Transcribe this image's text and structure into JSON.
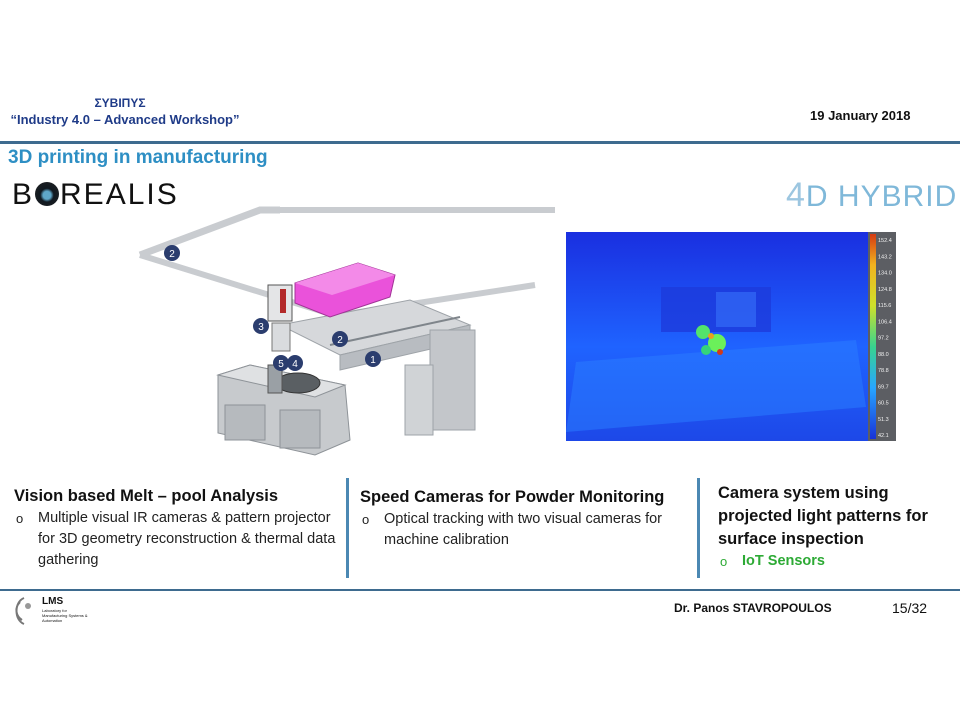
{
  "header": {
    "organization": "ΣΥΒΙΠΥΣ",
    "workshop": "“Industry 4.0 – Advanced Workshop”",
    "date": "19 January  2018"
  },
  "slide": {
    "title": "3D printing in manufacturing"
  },
  "logos": {
    "borealis_left": "B",
    "borealis_right": "REALIS",
    "fourd_prefix": "4",
    "fourd_rest": "D HYBRID"
  },
  "machine_callouts": [
    "2",
    "3",
    "2",
    "1",
    "5",
    "4"
  ],
  "thermal_scale": [
    "152.4",
    "143.2",
    "134.0",
    "124.8",
    "115.6",
    "106.4",
    "97.2",
    "88.0",
    "78.8",
    "69.7",
    "60.5",
    "51.3",
    "42.1"
  ],
  "columns": [
    {
      "heading": "Vision based Melt – pool Analysis",
      "bullets": [
        "Multiple visual IR cameras & pattern projector for 3D geometry reconstruction & thermal data gathering"
      ]
    },
    {
      "heading": "Speed Cameras for Powder Monitoring",
      "bullets": [
        "Optical tracking with two visual cameras for machine calibration"
      ]
    },
    {
      "heading": "Camera system using projected light patterns for surface inspection",
      "bullets": [
        "IoT Sensors"
      ]
    }
  ],
  "footer": {
    "lab_short": "LMS",
    "lab_full": "Laboratory for Manufacturing Systems & Automation",
    "author": "Dr. Panos STAVROPOULOS",
    "page": "15/32"
  },
  "colors": {
    "title_blue": "#2e8fc4",
    "header_navy": "#1f3b88",
    "rule": "#3e6b8f",
    "green": "#2daa35",
    "magenta": "#e94fd8"
  }
}
